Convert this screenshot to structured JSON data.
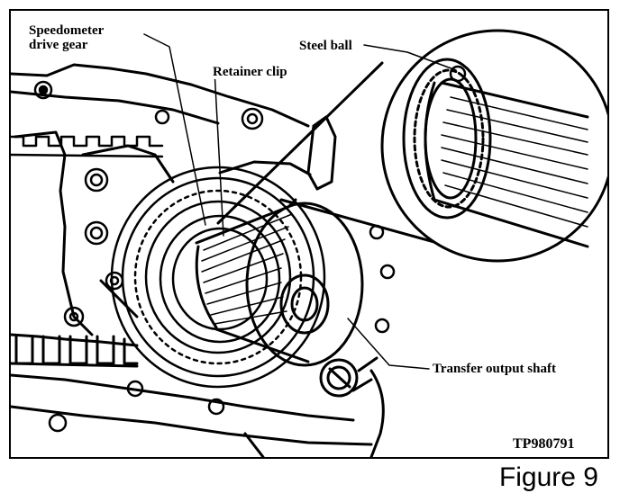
{
  "labels": {
    "speedometer_line1": "Speedometer",
    "speedometer_line2": "drive gear",
    "retainer_clip": "Retainer clip",
    "steel_ball": "Steel ball",
    "transfer_output_shaft": "Transfer output shaft",
    "drawing_code": "TP980791"
  },
  "caption": "Figure 9"
}
